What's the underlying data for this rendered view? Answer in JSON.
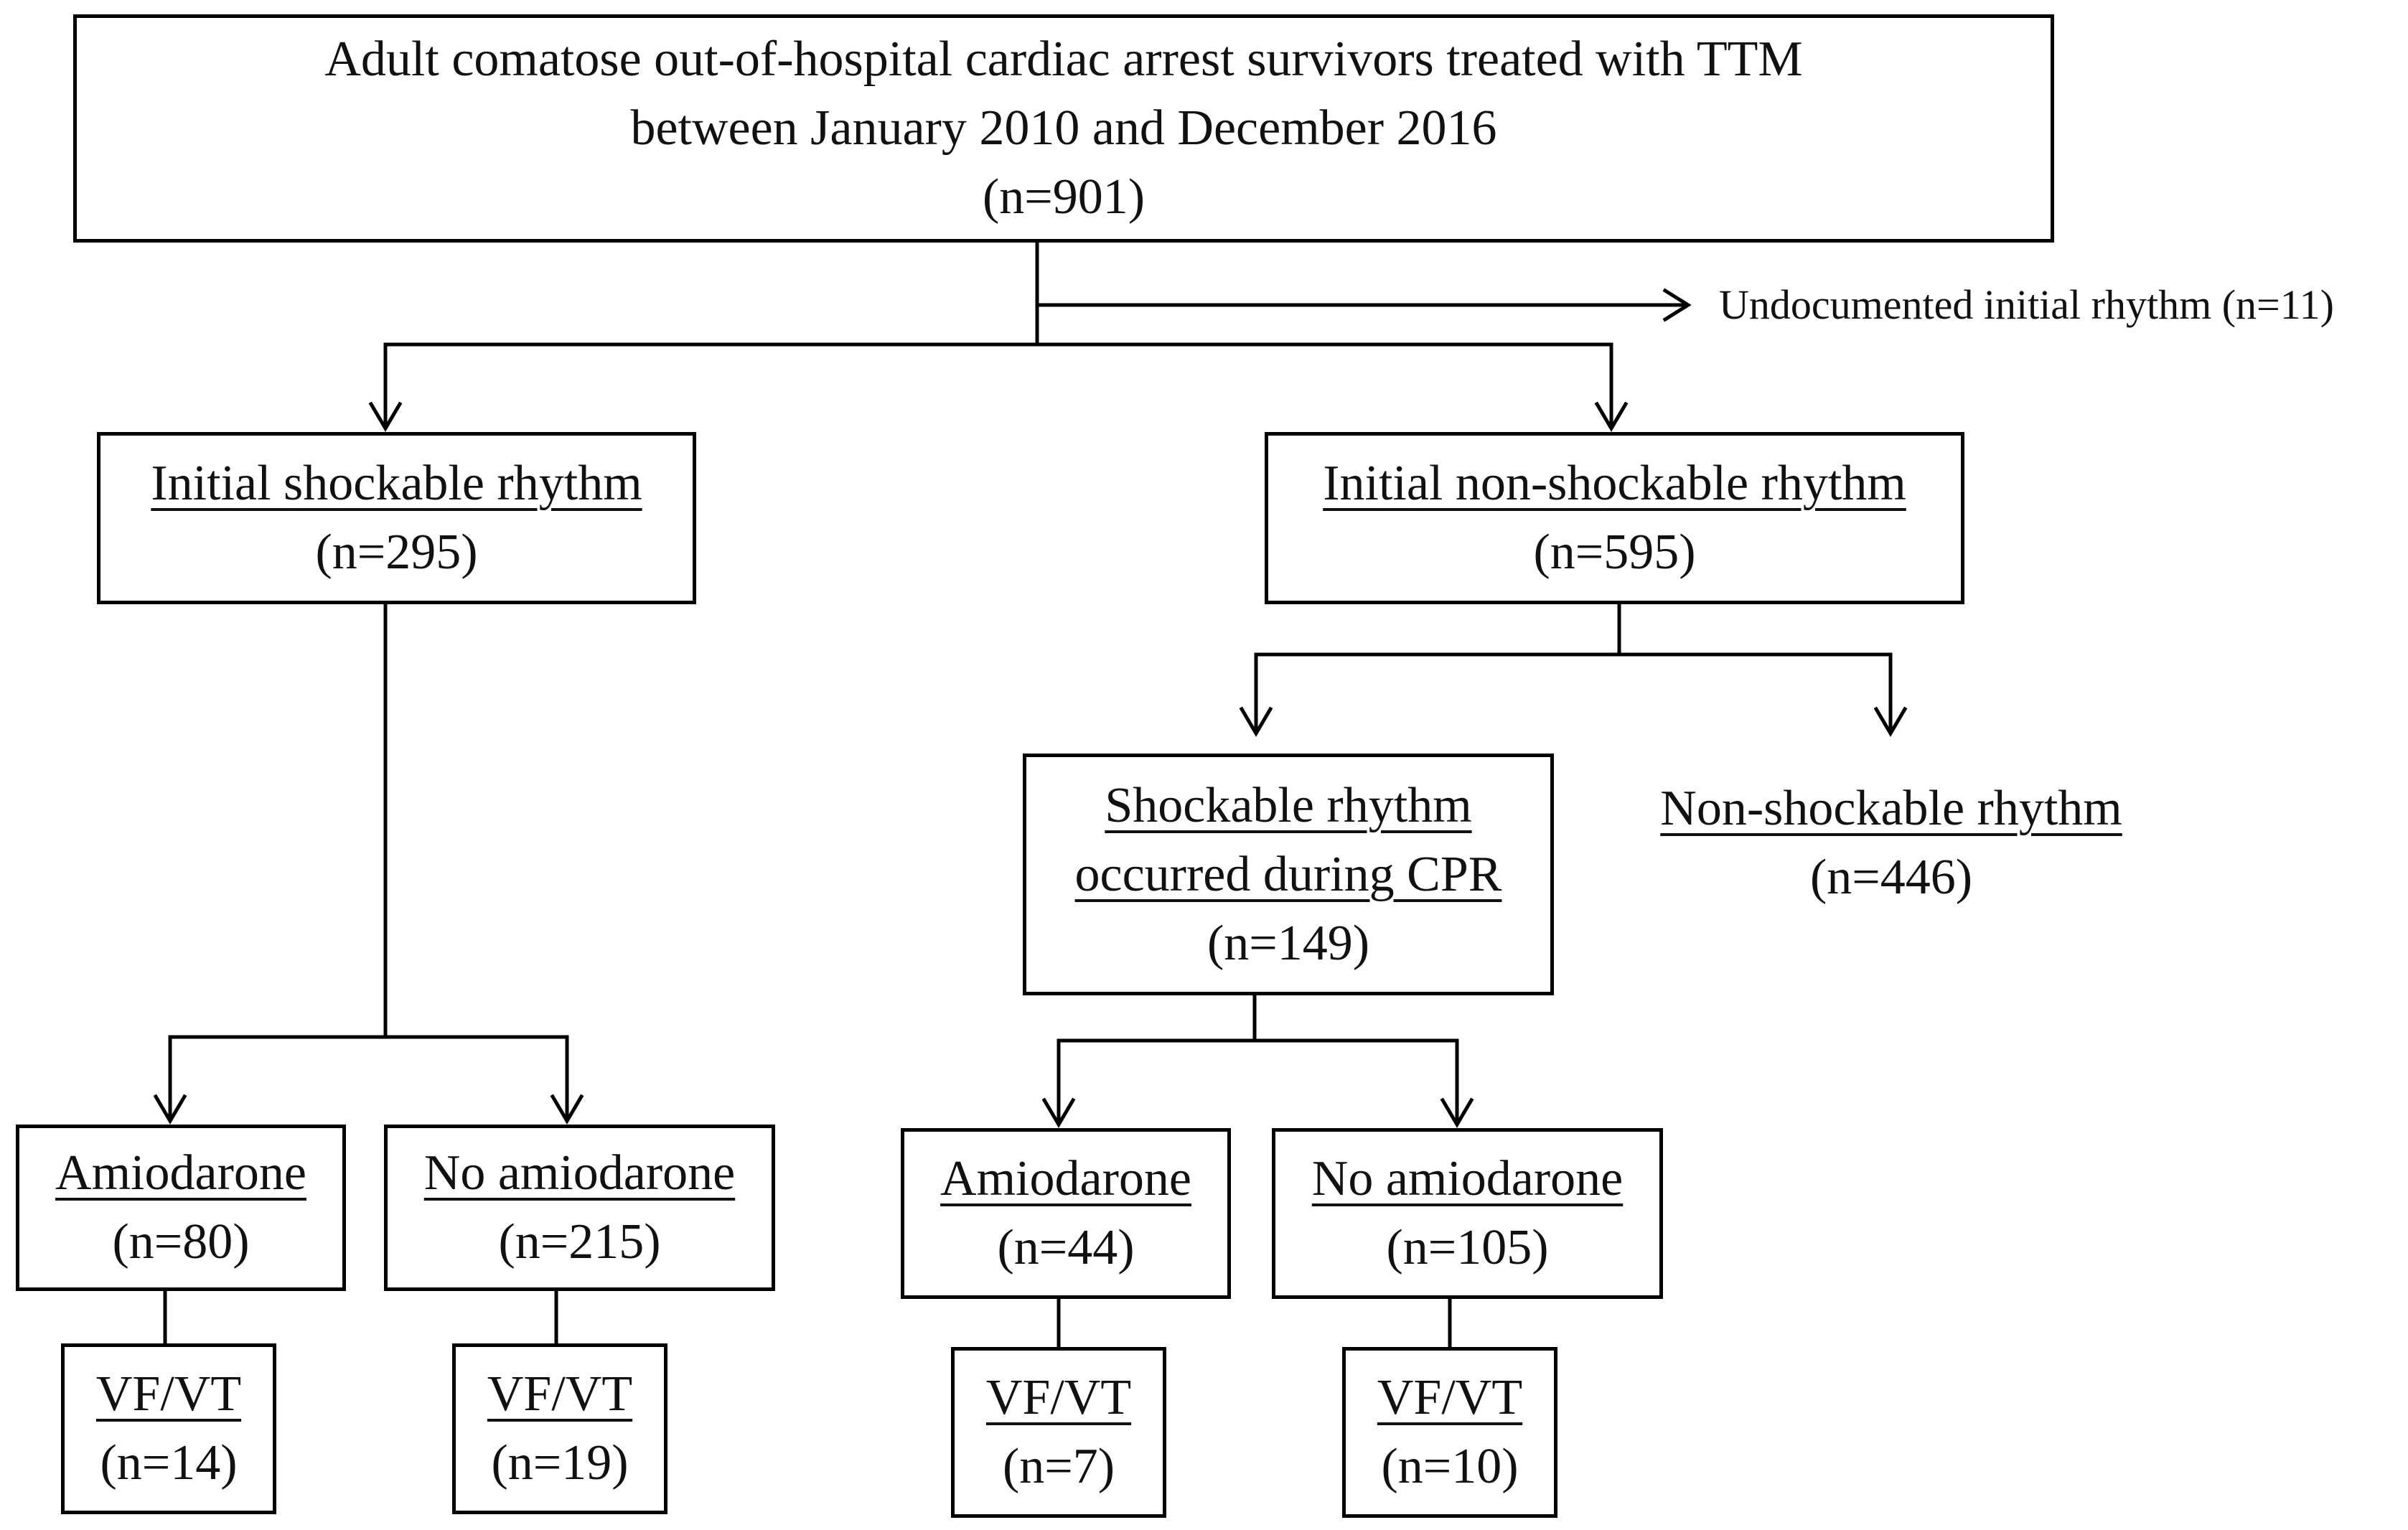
{
  "root": {
    "line1": "Adult comatose out-of-hospital cardiac arrest survivors treated with TTM",
    "line2": "between January 2010 and December 2016",
    "count": "(n=901)"
  },
  "excluded": {
    "label": "Undocumented initial rhythm (n=11)"
  },
  "shockable": {
    "title": "Initial shockable rhythm",
    "count": "(n=295)"
  },
  "nonshockable": {
    "title": "Initial non-shockable rhythm",
    "count": "(n=595)"
  },
  "cpr": {
    "line1": "Shockable rhythm",
    "line2": "occurred during CPR",
    "count": "(n=149)"
  },
  "nonshock_rhythm": {
    "title": "Non-shockable rhythm",
    "count": "(n=446)"
  },
  "groups": [
    {
      "title": "Amiodarone",
      "count": "(n=80)",
      "sub_title": "VF/VT",
      "sub_count": "(n=14)"
    },
    {
      "title": "No amiodarone",
      "count": "(n=215)",
      "sub_title": "VF/VT",
      "sub_count": "(n=19)"
    },
    {
      "title": "Amiodarone",
      "count": "(n=44)",
      "sub_title": "VF/VT",
      "sub_count": "(n=7)"
    },
    {
      "title": "No amiodarone",
      "count": "(n=105)",
      "sub_title": "VF/VT",
      "sub_count": "(n=10)"
    }
  ]
}
